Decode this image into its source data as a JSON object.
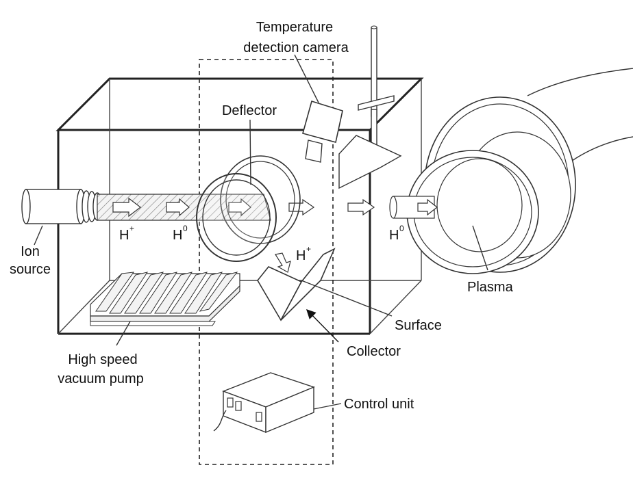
{
  "labels": {
    "temperature_camera_line1": "Temperature",
    "temperature_camera_line2": "detection camera",
    "deflector": "Deflector",
    "ion_source_line1": "Ion",
    "ion_source_line2": "source",
    "h_plus": "H",
    "h_zero": "H",
    "h_plus_collector": "H",
    "h_zero_plasma": "H",
    "plasma": "Plasma",
    "surface": "Surface",
    "collector": "Collector",
    "pump_line1": "High speed",
    "pump_line2": "vacuum pump",
    "control_unit": "Control unit"
  },
  "superscripts": {
    "plus": "+",
    "zero": "0"
  }
}
